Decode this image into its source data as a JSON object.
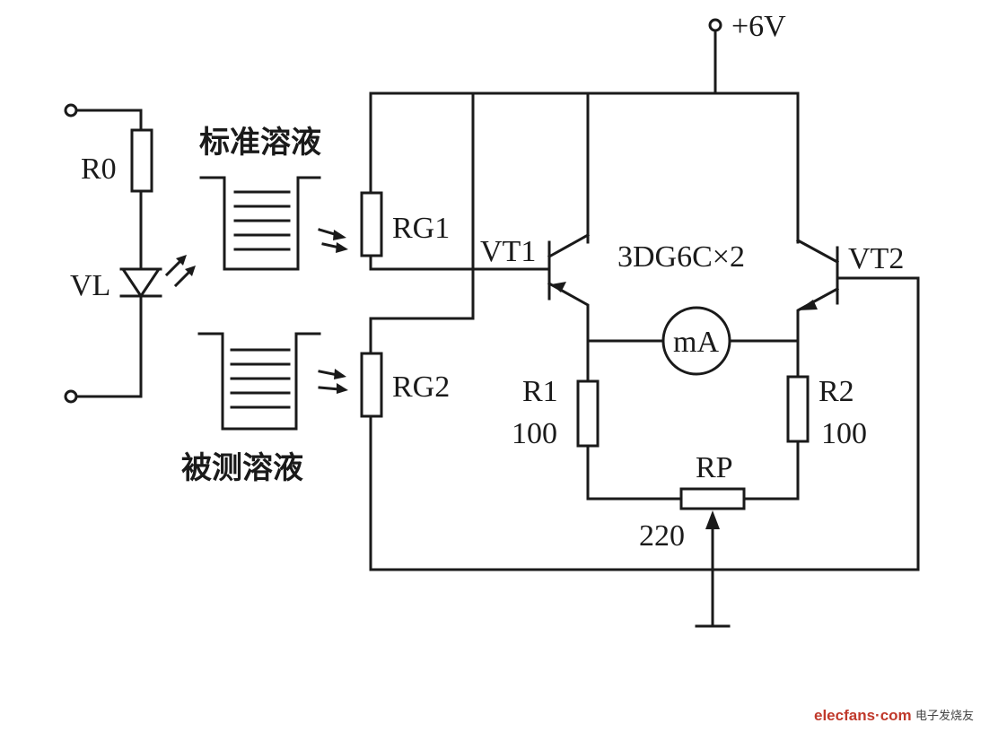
{
  "labels": {
    "supply": "+6V",
    "r0": "R0",
    "vl": "VL",
    "rg1": "RG1",
    "rg2": "RG2",
    "vt1": "VT1",
    "vt2": "VT2",
    "transistor_type": "3DG6C×2",
    "meter": "mA",
    "r1": "R1",
    "r1_value": "100",
    "r2": "R2",
    "r2_value": "100",
    "rp": "RP",
    "rp_value": "220",
    "standard_solution": "标准溶液",
    "test_solution": "被测溶液"
  },
  "watermark": {
    "site": "elecfans·com",
    "cn": "电子发烧友"
  }
}
